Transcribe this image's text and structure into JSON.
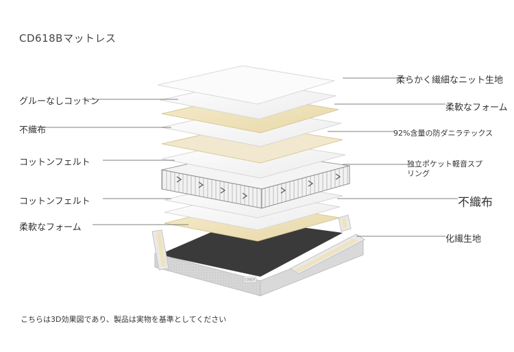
{
  "title": "CD618Bマットレス",
  "left_labels": [
    "グルーなしコットン",
    "不織布",
    "コットンフェルト",
    "コットンフェルト",
    "柔軟なフォーム"
  ],
  "right_labels": [
    "柔らかく繊細なニット生地",
    "柔軟なフォーム",
    "92%含量の防ダニラテックス",
    "独立ポケット軽音スプ",
    "リング",
    "不織布",
    "化繊生地"
  ],
  "base_tag": "CINDY",
  "footnote": "こちらは3D効果図であり、製品は実物を基準としてください",
  "colors": {
    "white_layer": "#f7f7f7",
    "cream_layer": "#f1e6c4",
    "base_dark": "#3a3a3a",
    "frame_gray": "#cfcfcf"
  }
}
